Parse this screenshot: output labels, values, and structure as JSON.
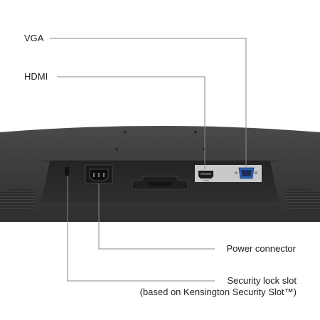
{
  "labels": {
    "vga": "VGA",
    "hdmi": "HDMI",
    "power": "Power connector",
    "security_line1": "Security lock slot",
    "security_line2": "(based on Kensington Security Slot™)"
  },
  "port_markings": {
    "hdmi": "HDMI"
  },
  "colors": {
    "background": "#ffffff",
    "text": "#222222",
    "leader_line": "#8a8a8a",
    "monitor_shell": "#3a3a3a",
    "recess": "#2b2b2b",
    "port_plate": "#c9c9c9",
    "vga_port": "#2f5fb0"
  }
}
